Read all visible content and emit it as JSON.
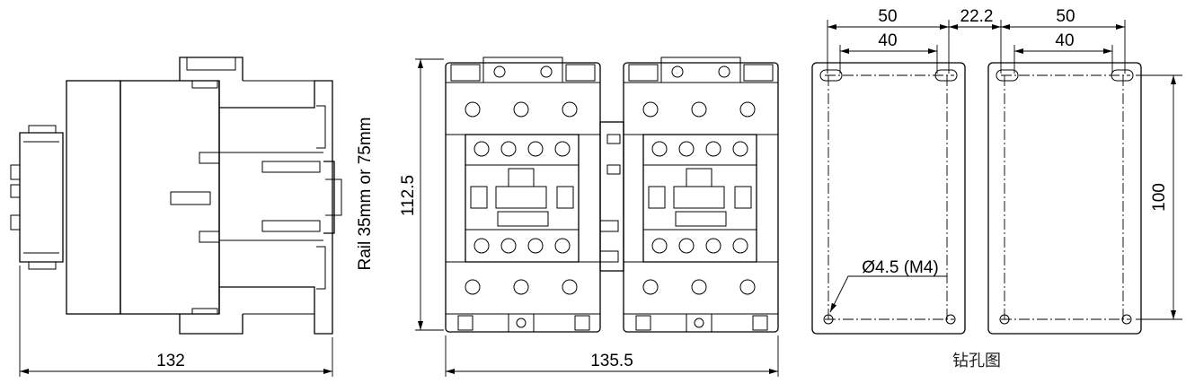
{
  "side_view": {
    "width_label": "132",
    "rail_label": "Rail 35mm or 75mm"
  },
  "front_view": {
    "width_label": "135.5",
    "height_label": "112.5"
  },
  "drill_plan": {
    "outer_spacing_left": "50",
    "gap_label": "22.2",
    "outer_spacing_right": "50",
    "hole_spacing_left": "40",
    "hole_spacing_right": "40",
    "vertical_label": "100",
    "hole_label": "Ø4.5 (M4)",
    "caption": "钻孔图"
  }
}
